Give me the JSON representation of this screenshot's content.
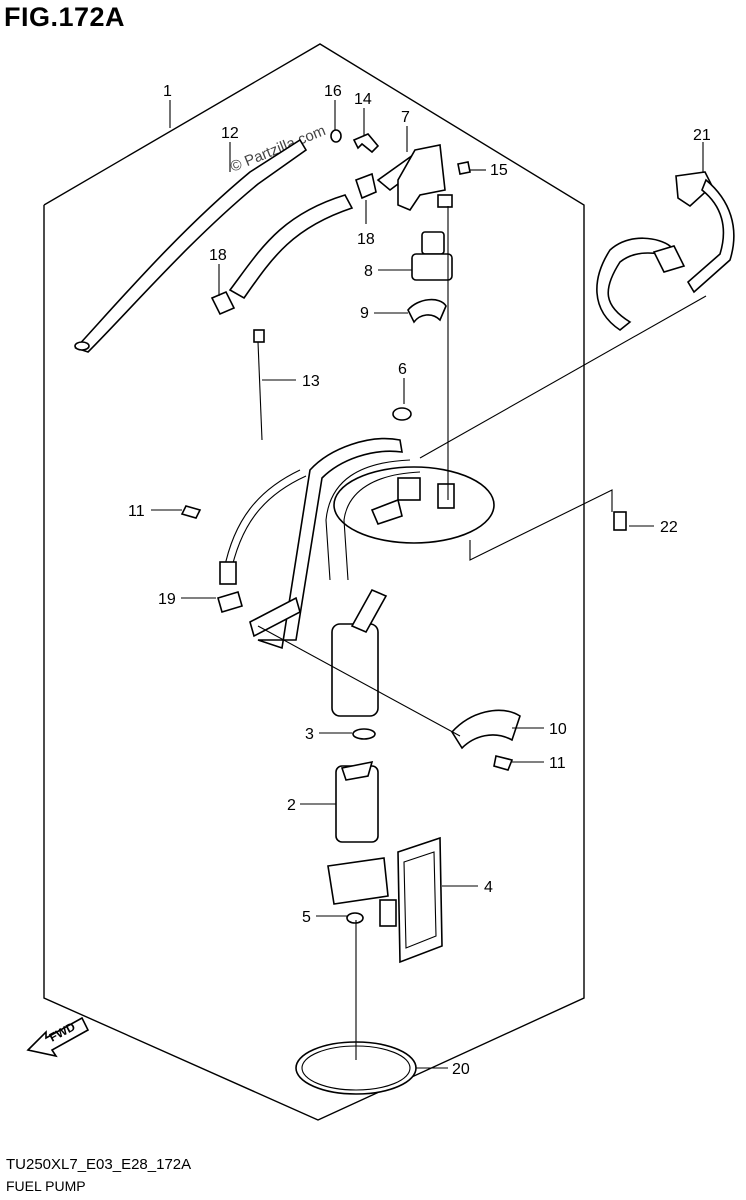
{
  "figure": {
    "title": "FIG.172A",
    "watermark": "© Partzilla.com",
    "model_code": "TU250XL7_E03_E28_172A",
    "section_name": "FUEL PUMP",
    "fwd_label": "FWD"
  },
  "callouts": [
    "1",
    "12",
    "16",
    "14",
    "7",
    "21",
    "15",
    "18",
    "8",
    "18",
    "9",
    "6",
    "13",
    "11",
    "22",
    "19",
    "10",
    "3",
    "11",
    "2",
    "4",
    "5",
    "20"
  ]
}
